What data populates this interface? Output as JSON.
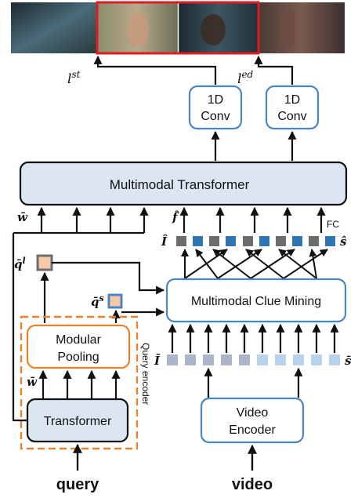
{
  "video_strip": {
    "frames": [
      {
        "caption": "hospital corridor scene"
      },
      {
        "caption": "woman in hallway"
      },
      {
        "caption": "man looking down"
      },
      {
        "caption": "man standing in corridor"
      }
    ]
  },
  "labels": {
    "l_st": "l",
    "l_st_sup": "st",
    "l_ed": "l",
    "l_ed_sup": "ed",
    "conv1_line1": "1D",
    "conv1_line2": "Conv",
    "conv2_line1": "1D",
    "conv2_line2": "Conv",
    "multimodal_transformer": "Multimodal Transformer",
    "w_bar_top": "w̄",
    "f_hat": "f̂",
    "fc": "FC",
    "I_hat": "Î",
    "s_hat": "ŝ",
    "q_bar_l": "q̄",
    "q_bar_l_sup": "l",
    "q_bar_s": "q̄",
    "q_bar_s_sup": "s",
    "clue_mining": "Multimodal Clue Mining",
    "modular_line1": "Modular",
    "modular_line2": "Pooling",
    "query_encoder": "Query encoder",
    "w_bar_mid": "w̄",
    "I_bar": "Ī",
    "s_bar": "s̄",
    "transformer": "Transformer",
    "video_enc_line1": "Video",
    "video_enc_line2": "Encoder",
    "query": "query",
    "video": "video"
  },
  "colors": {
    "box_border": "#4a86c5",
    "box_fill_light": "#dce6f2",
    "orange": "#e8822e",
    "orange_fill": "#f7c9a6",
    "highlight_red": "#e11b22",
    "token_dark_gray": "#6d6d6d",
    "token_blue": "#2e75b6",
    "token_pale_gray": "#aab5c8",
    "token_pale_blue": "#b9d3ec"
  }
}
